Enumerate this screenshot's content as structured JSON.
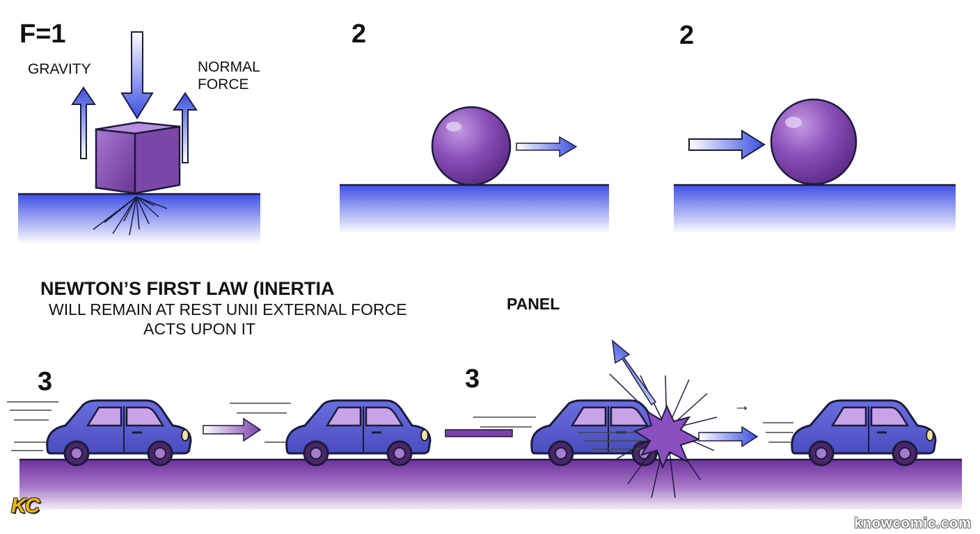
{
  "panel1": {
    "number": "F=1",
    "gravity_label": "GRAVITY",
    "normal_force_label_line1": "NORMAL",
    "normal_force_label_line2": "FORCE"
  },
  "panel2": {
    "number": "2"
  },
  "panel3": {
    "number": "2"
  },
  "caption": {
    "title": "NEWTON’S FIRST LAW (INERTIA",
    "line1": "WILL REMAIN AT REST UNII EXTERNAL FORCE",
    "line2": "ACTS UPON IT",
    "panel_label": "PANEL"
  },
  "car_row": {
    "number_left": "3",
    "number_right": "3",
    "impact_small_arrow": "→"
  },
  "branding": {
    "logo": "KC",
    "watermark": "knowcomic.com"
  },
  "colors": {
    "arrow_blue": "#3b4fe0",
    "ground_blue": "#3f4fe6",
    "object_purple": "#7d3fa8",
    "car_blue": "#5a5fd0",
    "road_purple": "#7a3aa3",
    "logo_yellow": "#f2b705"
  }
}
